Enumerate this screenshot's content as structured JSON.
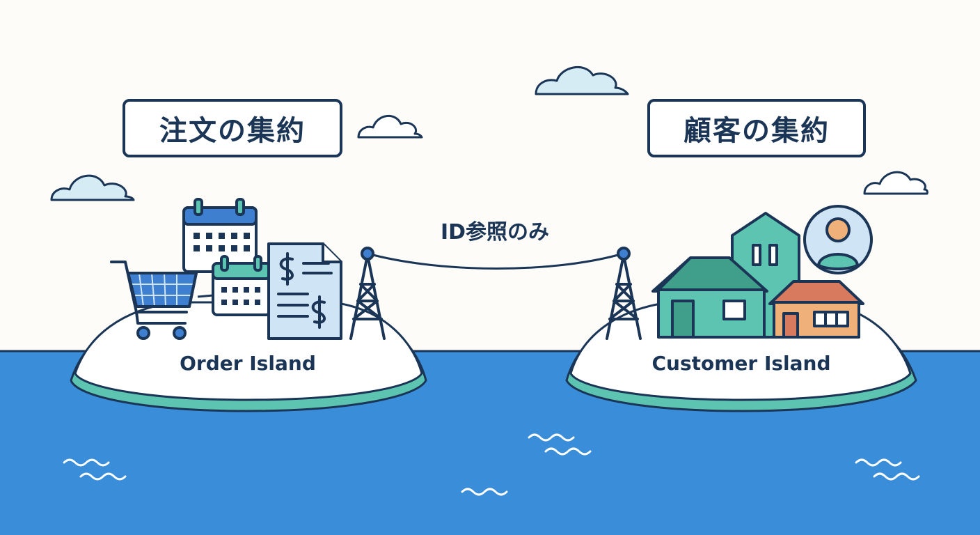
{
  "left_aggregate": {
    "title": "注文の集約",
    "island_name": "Order Island"
  },
  "right_aggregate": {
    "title": "顧客の集約",
    "island_name": "Customer Island"
  },
  "connection": {
    "label": "ID参照のみ"
  },
  "colors": {
    "ink": "#1b3556",
    "sea": "#3a8ed9",
    "island_rim": "#5cc4b0",
    "cloud": "#d6ecf5",
    "icon_blue": "#3f7fd0",
    "icon_light_blue": "#cfe4f5",
    "house_teal": "#5cc4b0",
    "house_orange": "#efb07a",
    "roof_red": "#d87a5e"
  },
  "icons": [
    "shopping-cart-icon",
    "calendar-icon",
    "invoice-icon",
    "transmission-tower-icon",
    "house-icon",
    "user-avatar-icon",
    "cloud-icon",
    "wave-icon"
  ]
}
